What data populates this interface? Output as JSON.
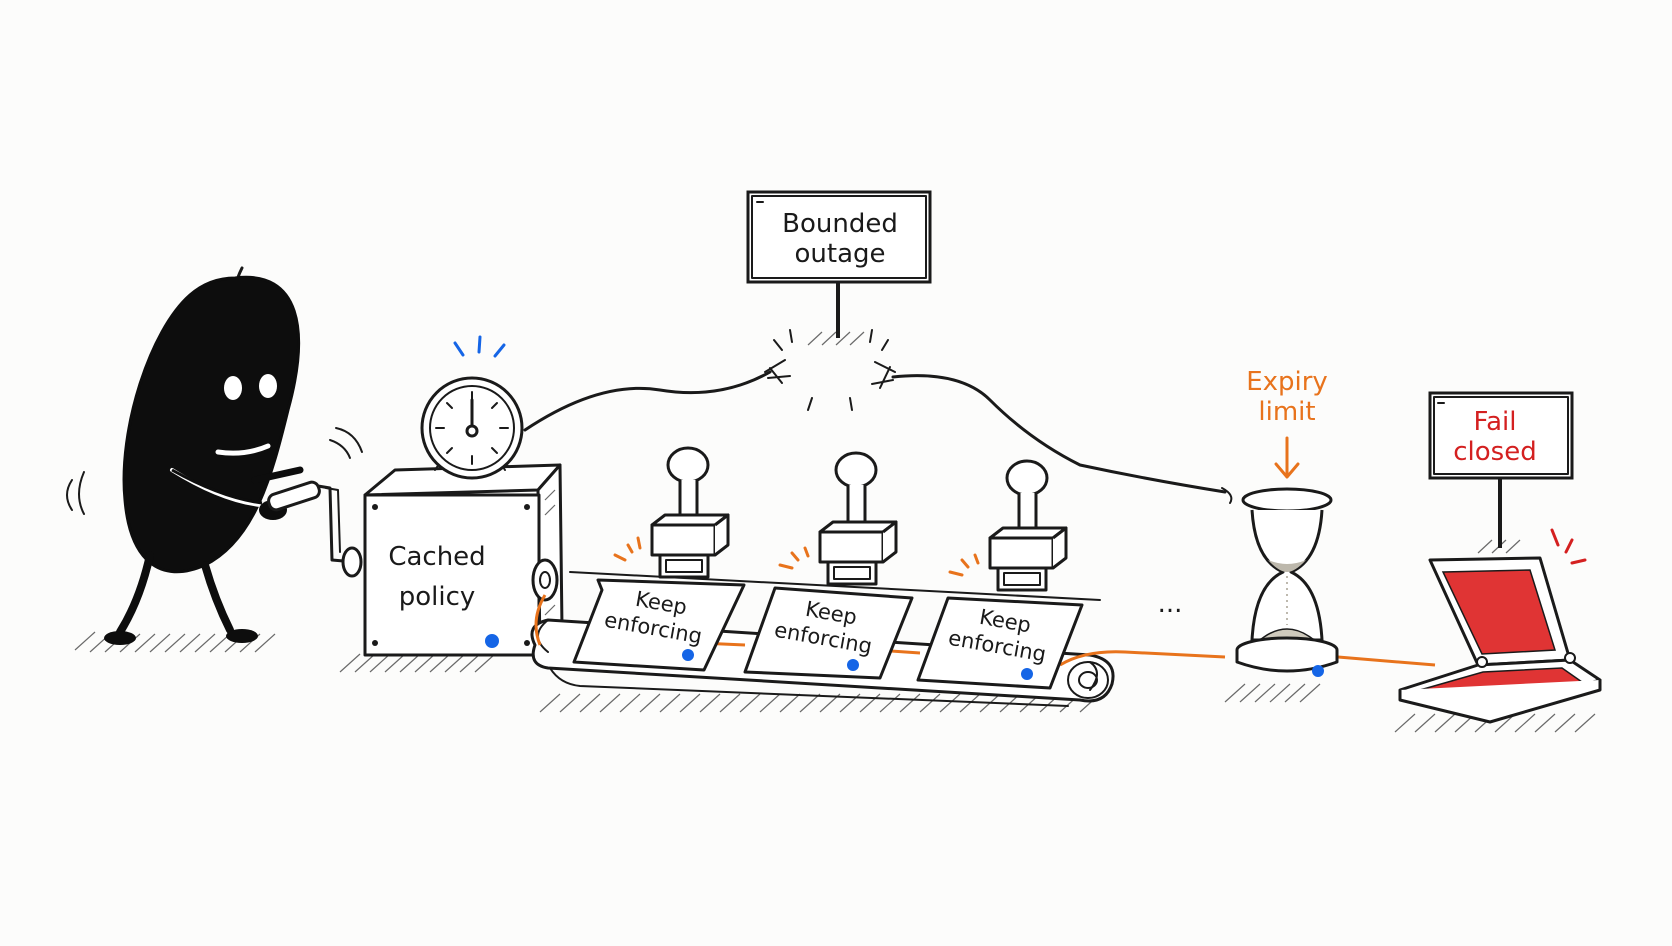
{
  "labels": {
    "bounded_outage_line1": "Bounded",
    "bounded_outage_line2": "outage",
    "cached_policy_line1": "Cached",
    "cached_policy_line2": "policy",
    "keep_enforcing_line1": "Keep",
    "keep_enforcing_line2": "enforcing",
    "ellipsis": "...",
    "expiry_limit_line1": "Expiry",
    "expiry_limit_line2": "limit",
    "fail_closed_line1": "Fail",
    "fail_closed_line2": "closed"
  },
  "colors": {
    "ink": "#1a1a1a",
    "accent_blue": "#1565e6",
    "accent_orange": "#e8731c",
    "accent_red": "#d42020"
  },
  "icons": [
    "character-figure",
    "clock-icon",
    "rubber-stamp-icon",
    "hourglass-icon",
    "stamp-pad-icon",
    "broken-cable-icon"
  ]
}
